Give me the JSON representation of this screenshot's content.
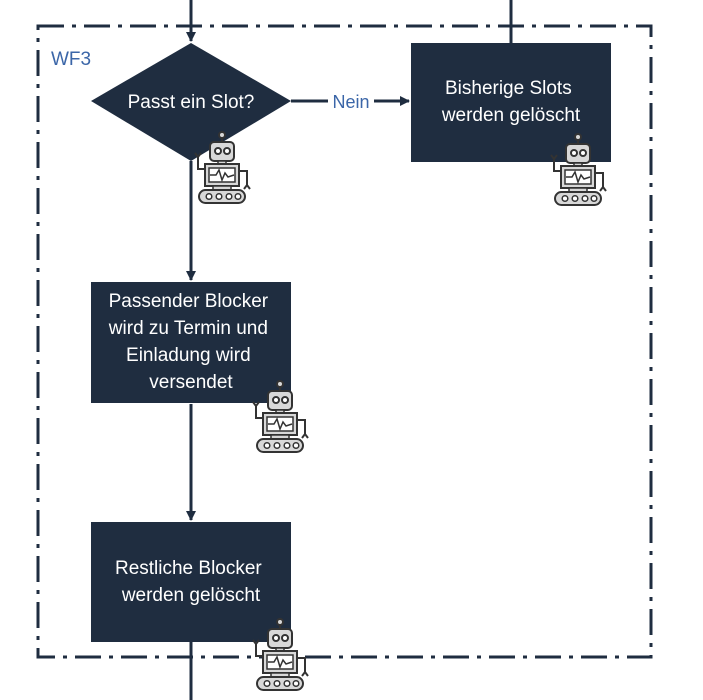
{
  "workflow": {
    "label": "WF3"
  },
  "nodes": {
    "decision": {
      "lines": [
        "Passt ein Slot?"
      ]
    },
    "existing_slots_deleted": {
      "lines": [
        "Bisherige Slots",
        "werden gelöscht"
      ]
    },
    "matching_blocker": {
      "lines": [
        "Passender Blocker",
        "wird zu Termin und",
        "Einladung wird",
        "versendet"
      ]
    },
    "remaining_blockers_deleted": {
      "lines": [
        "Restliche Blocker",
        "werden gelöscht"
      ]
    }
  },
  "edges": {
    "no_label": "Nein"
  },
  "colors": {
    "node_fill": "#1f2d40",
    "node_text": "#ffffff",
    "line": "#1f2d40",
    "label_blue": "#3b66a8",
    "robot_fill": "#d8d8d8",
    "robot_stroke": "#333333"
  },
  "icons": {
    "robot": "robot-icon"
  }
}
